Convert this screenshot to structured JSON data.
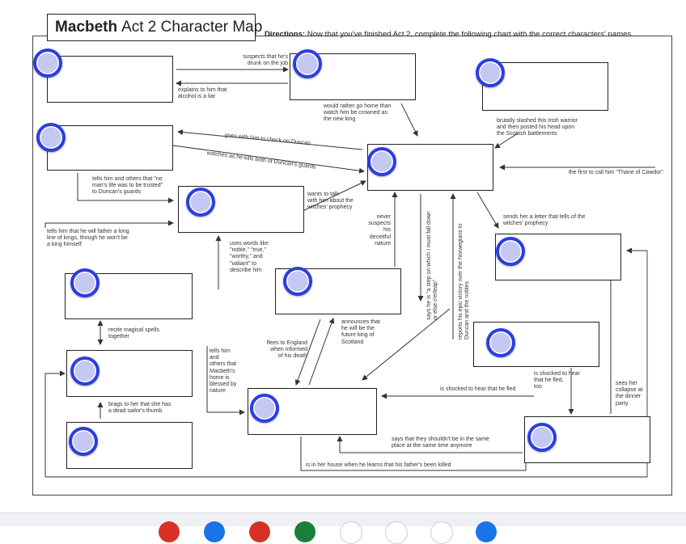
{
  "title": {
    "bold": "Macbeth",
    "rest": "Act 2 Character Map"
  },
  "directions": {
    "bold": "Directions:",
    "text": "Now that you've finished Act 2, complete the following chart with the correct characters' names."
  },
  "labels": {
    "drunk": [
      "suspects that he's",
      "drunk on the job"
    ],
    "alcohol": [
      "explains to him that",
      "alcohol is a liar"
    ],
    "crowned": [
      "would rather go home than",
      "watch him be crowned as",
      "the new king"
    ],
    "slashed": [
      "brutally slashed this Irish warrior",
      "and then posted his head upon",
      "the Scottish battlements"
    ],
    "check": [
      "goes with him to check on Duncan"
    ],
    "watches": [
      "watches as he kills both of Duncan's guards"
    ],
    "cawdor": [
      "the first to call him \"Thane of Cawdor\""
    ],
    "noman": [
      "tells him and others that \"no",
      "man's life was to be trusted\"",
      "to Duncan's guards"
    ],
    "wants": [
      "wants to talk",
      "with him about the",
      "witches' prophecy"
    ],
    "never": [
      "never",
      "suspects",
      "his",
      "deceitful",
      "nature"
    ],
    "letter": [
      "sends her a letter that tells of the",
      "witches' prophecy"
    ],
    "father": [
      "tells him that he will father a long",
      "line of kings, though he won't be",
      "a king himself"
    ],
    "words": [
      "uses words like",
      "\"noble,\" \"true,\"",
      "\"worthy,\" and",
      "\"valiant\" to",
      "describe him"
    ],
    "step": [
      "says he is \"a step on which I must fall down",
      "or else o'erleap\""
    ],
    "victory": [
      "reports his epic victory over the Norwegians to",
      "Duncan and the nobles"
    ],
    "spells": [
      "recite magical spells",
      "together"
    ],
    "flees": [
      "flees to England",
      "when informed",
      "of his death"
    ],
    "announces": [
      "announces that",
      "he will be the",
      "future king of",
      "Scotland"
    ],
    "tellshim": [
      "tells him",
      "and",
      "others that",
      "Macbeth's",
      "home is",
      "blessed by",
      "nature"
    ],
    "shocked1": [
      "is shocked to hear that he fled"
    ],
    "shocked2": [
      "is shocked to hear",
      "that he fled,",
      "too"
    ],
    "collapse": [
      "sees her",
      "collapse at",
      "the dinner",
      "party"
    ],
    "brags": [
      "brags to her that she has",
      "a dead sailor's thumb"
    ],
    "shouldnt": [
      "says that they shouldn't be in the same",
      "place at the same time anymore"
    ],
    "house": [
      "is in her house when he learns that his father's been killed"
    ]
  }
}
